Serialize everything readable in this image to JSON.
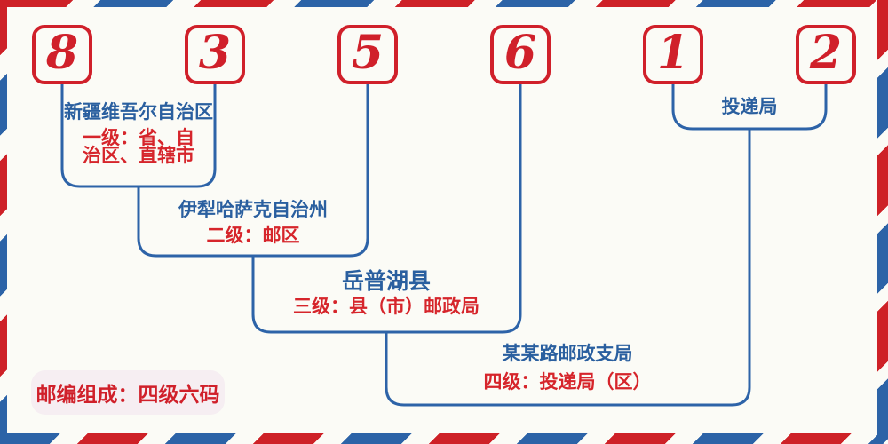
{
  "postal_code": {
    "digits": [
      "8",
      "3",
      "5",
      "6",
      "1",
      "2"
    ]
  },
  "levels": [
    {
      "name": "新疆维吾尔自治区",
      "desc": "一级：省、自\n治区、直辖市"
    },
    {
      "name": "伊犁哈萨克自治州",
      "desc": "二级：邮区"
    },
    {
      "name": "岳普湖县",
      "desc": "三级：县（市）邮政局"
    },
    {
      "name": "某某路邮政支局",
      "desc": "四级：投递局（区）"
    },
    {
      "name": "投递局"
    }
  ],
  "footnote": {
    "label": "邮编组成：四级六码"
  },
  "colors": {
    "stripe_red": "#ce2127",
    "stripe_blue": "#2c63a7",
    "digit_red": "#d0202a",
    "line_blue": "#2d63a8",
    "label_blue": "#2a5f9f",
    "label_red": "#d6252b",
    "background": "#fbfbf6",
    "pill_background": "#f6eef2"
  }
}
